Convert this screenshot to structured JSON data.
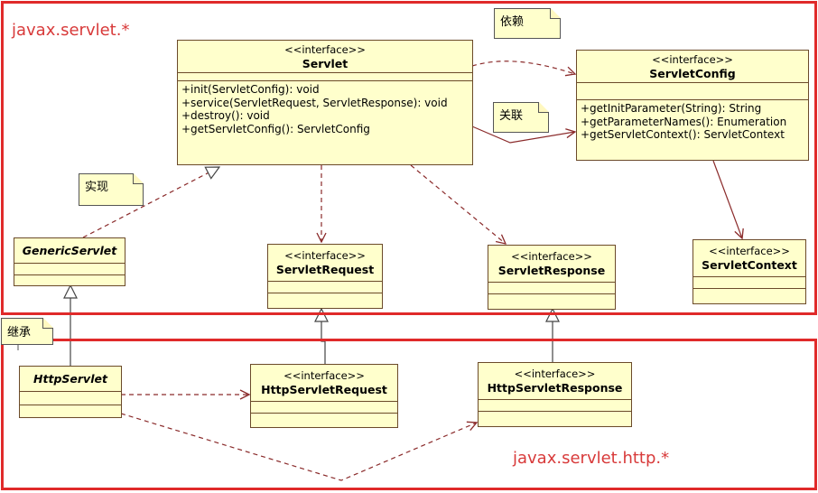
{
  "packages": {
    "servlet": "javax.servlet.*",
    "http": "javax.servlet.http.*"
  },
  "classes": {
    "servlet": {
      "stereotype": "<<interface>>",
      "name": "Servlet",
      "ops": [
        "+init(ServletConfig): void",
        "+service(ServletRequest, ServletResponse): void",
        "+destroy(): void",
        "+getServletConfig(): ServletConfig"
      ]
    },
    "servletConfig": {
      "stereotype": "<<interface>>",
      "name": "ServletConfig",
      "ops": [
        "+getInitParameter(String): String",
        "+getParameterNames(): Enumeration",
        "+getServletContext(): ServletContext"
      ]
    },
    "genericServlet": {
      "name": "GenericServlet"
    },
    "servletRequest": {
      "stereotype": "<<interface>>",
      "name": "ServletRequest"
    },
    "servletResponse": {
      "stereotype": "<<interface>>",
      "name": "ServletResponse"
    },
    "servletContext": {
      "stereotype": "<<interface>>",
      "name": "ServletContext"
    },
    "httpServlet": {
      "name": "HttpServlet"
    },
    "httpServletRequest": {
      "stereotype": "<<interface>>",
      "name": "HttpServletRequest"
    },
    "httpServletResponse": {
      "stereotype": "<<interface>>",
      "name": "HttpServletResponse"
    }
  },
  "notes": {
    "dependency": "依赖",
    "association": "关联",
    "realization": "实现",
    "inheritance": "继承"
  },
  "colors": {
    "package_border": "#e02a2a",
    "class_fill": "#ffffcc",
    "line": "#8a2a2a"
  }
}
